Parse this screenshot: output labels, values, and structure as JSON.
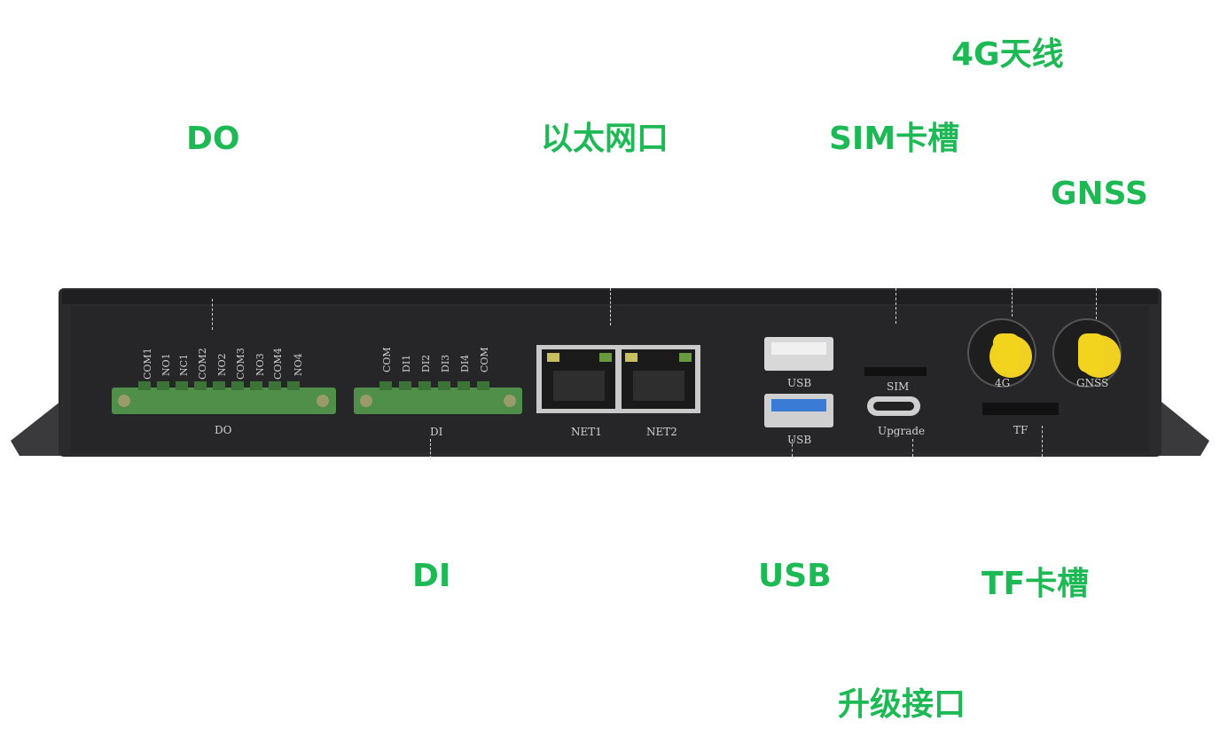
{
  "callouts": {
    "do": "DO",
    "ethernet": "以太网口",
    "sim_slot": "SIM卡槽",
    "antenna_4g": "4G天线",
    "gnss": "GNSS",
    "di": "DI",
    "usb": "USB",
    "tf_slot": "TF卡槽",
    "upgrade_port": "升级接口"
  },
  "panel": {
    "do_pins": [
      "COM1",
      "NO1",
      "NC1",
      "COM2",
      "NO2",
      "COM3",
      "NO3",
      "COM4",
      "NO4"
    ],
    "do_label": "DO",
    "di_pins": [
      "COM",
      "DI1",
      "DI2",
      "DI3",
      "DI4",
      "COM"
    ],
    "di_label": "DI",
    "net1": "NET1",
    "net2": "NET2",
    "usb_top": "USB",
    "usb_bottom": "USB",
    "sim": "SIM",
    "upgrade": "Upgrade",
    "ant_4g": "4G",
    "ant_gnss": "GNSS",
    "tf": "TF"
  },
  "colors": {
    "callout": "#1db954",
    "chassis": "#2b2b2d",
    "terminal": "#4f8f4a",
    "antenna": "#f0d020"
  }
}
